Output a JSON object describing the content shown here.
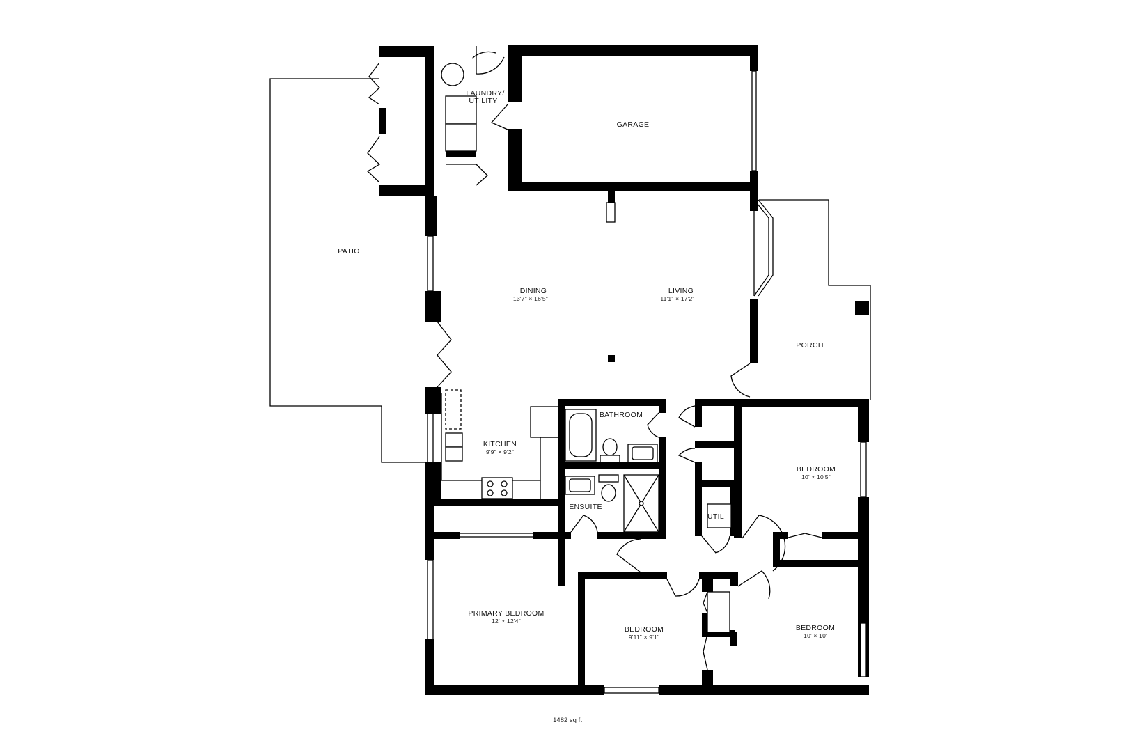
{
  "rooms": {
    "laundry": {
      "name_line1": "LAUNDRY/",
      "name_line2": "UTILITY"
    },
    "garage": {
      "name": "GARAGE"
    },
    "patio": {
      "name": "PATIO"
    },
    "dining": {
      "name": "DINING",
      "dims": "13'7\" × 16'5\""
    },
    "living": {
      "name": "LIVING",
      "dims": "11'1\" × 17'2\""
    },
    "porch": {
      "name": "PORCH"
    },
    "kitchen": {
      "name": "KITCHEN",
      "dims": "9'9\" × 9'2\""
    },
    "bathroom": {
      "name": "BATHROOM"
    },
    "ensuite": {
      "name": "ENSUITE"
    },
    "util": {
      "name": "UTIL"
    },
    "bedroom_east": {
      "name": "BEDROOM",
      "dims": "10' × 10'5\""
    },
    "primary_bedroom": {
      "name": "PRIMARY BEDROOM",
      "dims": "12' × 12'4\""
    },
    "bedroom_middle": {
      "name": "BEDROOM",
      "dims": "9'11\" × 9'1\""
    },
    "bedroom_southeast": {
      "name": "BEDROOM",
      "dims": "10' × 10'"
    }
  },
  "total_area": "1482 sq ft",
  "colors": {
    "wall": "#000000",
    "background": "#ffffff"
  }
}
